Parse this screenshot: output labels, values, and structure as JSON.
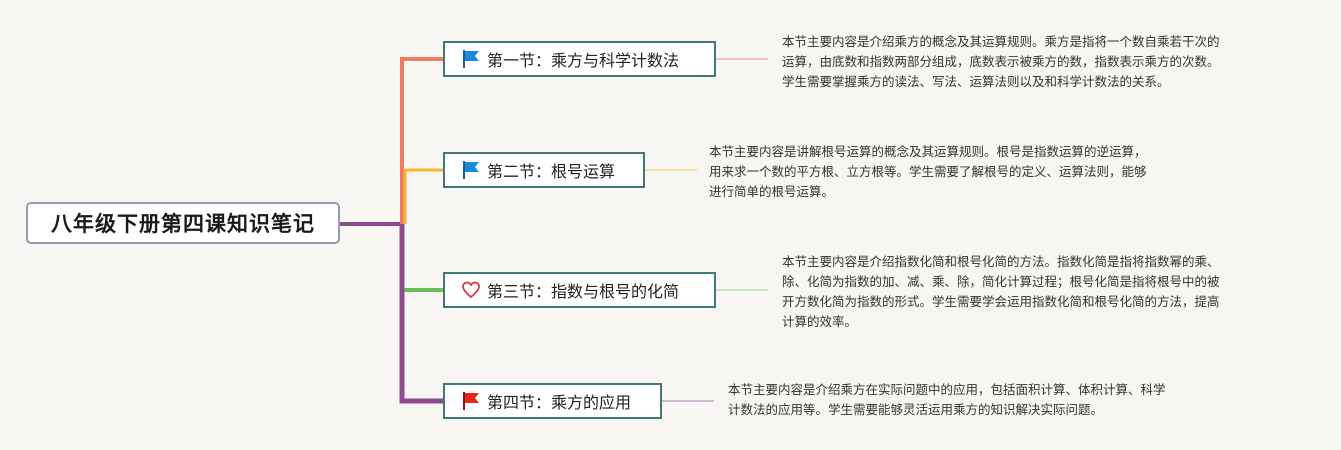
{
  "root": {
    "title": "八年级下册第四课知识笔记"
  },
  "branches": [
    {
      "label": "第一节：乘方与科学计数法",
      "icon": "blue-flag-icon",
      "color": "#f07a63",
      "note": "本节主要内容是介绍乘方的概念及其运算规则。乘方是指将一个数自乘若干次的\n运算，由底数和指数两部分组成，底数表示被乘方的数，指数表示乘方的次数。\n学生需要掌握乘方的读法、写法、运算法则以及和科学计数法的关系。"
    },
    {
      "label": "第二节：根号运算",
      "icon": "blue-flag-icon",
      "color": "#f5b731",
      "note": "本节主要内容是讲解根号运算的概念及其运算规则。根号是指数运算的逆运算，\n用来求一个数的平方根、立方根等。学生需要了解根号的定义、运算法则，能够\n进行简单的根号运算。"
    },
    {
      "label": "第三节：指数与根号的化简",
      "icon": "heart-outline-icon",
      "color": "#6bbf5a",
      "note": "本节主要内容是介绍指数化简和根号化简的方法。指数化简是指将指数幂的乘、\n除、化简为指数的加、减、乘、除，简化计算过程；根号化简是指将根号中的被\n开方数化简为指数的形式。学生需要学会运用指数化简和根号化简的方法，提高\n计算的效率。"
    },
    {
      "label": "第四节：乘方的应用",
      "icon": "red-flag-icon",
      "color": "#8e4a8f",
      "note": "本节主要内容是介绍乘方在实际问题中的应用，包括面积计算、体积计算、科学\n计数法的应用等。学生需要能够灵活运用乘方的知识解决实际问题。"
    }
  ],
  "colors": {
    "node_border": "#3f7a7a",
    "root_border": "#9a97b4",
    "flag_blue": "#1e88d8",
    "flag_red": "#e5271d",
    "heart": "#d9383c",
    "background": "#f7f6f3"
  }
}
